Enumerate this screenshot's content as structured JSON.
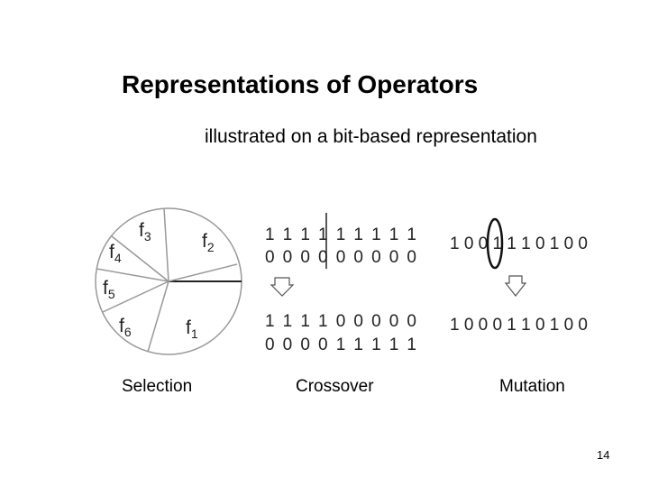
{
  "slide": {
    "title": "Representations of Operators",
    "subtitle": "illustrated on a bit-based representation",
    "page_number": "14"
  },
  "selection": {
    "caption": "Selection",
    "slices": [
      {
        "label": "f",
        "sub": "1"
      },
      {
        "label": "f",
        "sub": "2"
      },
      {
        "label": "f",
        "sub": "3"
      },
      {
        "label": "f",
        "sub": "4"
      },
      {
        "label": "f",
        "sub": "5"
      },
      {
        "label": "f",
        "sub": "6"
      }
    ]
  },
  "crossover": {
    "caption": "Crossover",
    "parents": [
      "1 1 1 1 1 1 1 1 1",
      "0 0 0 0 0 0 0 0 0"
    ],
    "offspring": [
      "1 1 1 1 0 0 0 0 0",
      "0 0 0 0 1 1 1 1 1"
    ]
  },
  "mutation": {
    "caption": "Mutation",
    "before": "1 0 0 1 1 1 0 1 0 0",
    "after": "1 0 0 0 1 1 0 1 0 0"
  },
  "colors": {
    "line": "#999999",
    "text": "#222222",
    "background": "#ffffff"
  }
}
